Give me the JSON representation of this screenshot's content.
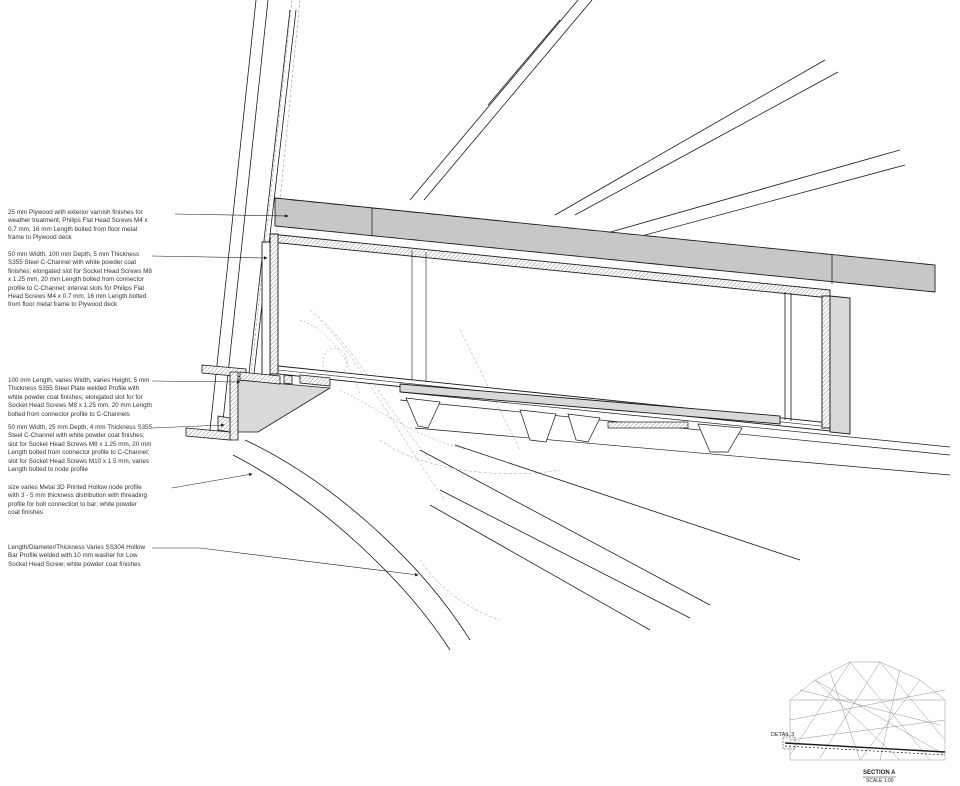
{
  "annotations": [
    {
      "id": "plywood",
      "text": "25 mm Plywood with exterior varnish finishes for\nweather treatment; Philips Flat Head Screws M4 x\n0.7 mm, 16 mm Length bolted from floor metal\nframe to Plywood deck"
    },
    {
      "id": "c-channel-main",
      "text": "50 mm Width, 100 mm Depth, 5 mm Thickness\nS355 Steel C-Channel with white powder coat\nfinishes; elongated slot for Socket Head Screws M8\nx 1.25 mm, 20 mm Length bolted from connector\nprofile to C-Channel; interval slots for Philips Flat\nHead Screws M4 x 0.7 mm, 16 mm Length bolted\nfrom floor metal frame to Plywood deck"
    },
    {
      "id": "steel-plate",
      "text": "100 mm Length, varies Width, varies Height,  5 mm\nThickness S355 Steel Plate welded Profile with\nwhite powder coat finishes; elongated slot for for\nSocket Head Screws M8 x 1.25 mm, 20 mm Length\nbolted from connector profile to C-Channels"
    },
    {
      "id": "c-channel-small",
      "text": "50 mm Width, 25 mm Depth, 4 mm Thickness S355\nSteel C-Channel with white powder coat finishes;\nslot for Socket Head Screws M8 x 1.25 mm, 20 mm\nLength bolted from connector profile to C-Channel;\nslot for Socket Head Screws M10 x 1.5 mm, varies\nLength bolted to node profile"
    },
    {
      "id": "node-profile",
      "text": "size varies Metal 3D Printed Hollow node profile\nwith 3 - 5 mm thickness distribution with threading\nprofile for bolt connection to bar; white powder\ncoat finishes"
    },
    {
      "id": "hollow-bar",
      "text": "Length/Diameter/Thickness Varies SS304 Hollow\nBar Profile welded with 10 mm washer for Low\nSocket Head Screw; white powder coat finishes"
    }
  ],
  "inset": {
    "detail_label": "DETAIL 3",
    "section_title": "SECTION A",
    "scale": "SCALE 1:00"
  },
  "colors": {
    "line": "#1a1a1a",
    "hidden_line": "#9a9a9a",
    "hatch": "#555555",
    "fill_grey": "#d9d9d9"
  }
}
